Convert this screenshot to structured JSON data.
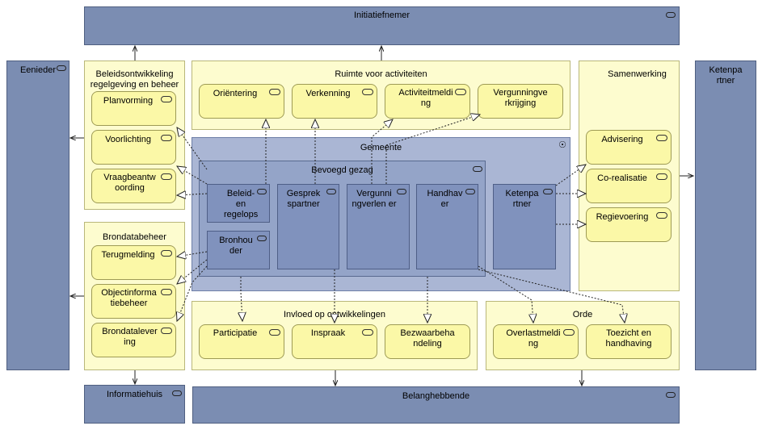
{
  "actors": {
    "initiatiefnemer": "Initiatiefnemer",
    "eenieder": "Eenieder",
    "ketenpartner": "Ketenpa rtner",
    "informatiehuis": "Informatiehuis",
    "belanghebbende": "Belanghebbende"
  },
  "groups": {
    "beleid": "Beleidsontwikkeling regelgeving en beheer",
    "ruimte": "Ruimte voor activiteiten",
    "samenwerking": "Samenwerking",
    "brondata": "Brondatabeheer",
    "invloed": "Invloed op ontwikkelingen",
    "orde": "Orde"
  },
  "services": {
    "planvorming": "Planvorming",
    "voorlichting": "Voorlichting",
    "vraagbeantwoording": "Vraagbeantw oording",
    "orientering": "Oriëntering",
    "verkenning": "Verkenning",
    "activiteitmelding": "Activiteitmeldi ng",
    "vergunningverkrijging": "Vergunningve rkrijging",
    "advisering": "Advisering",
    "corealisatie": "Co-realisatie",
    "regievoering": "Regievoering",
    "terugmelding": "Terugmelding",
    "objectinformatiebeheer": "Objectinforma tiebeheer",
    "brondatalevering": "Brondatalever ing",
    "participatie": "Participatie",
    "inspraak": "Inspraak",
    "bezwaarbehandeling": "Bezwaarbeha ndeling",
    "overlastmelding": "Overlastmeldi ng",
    "toezicht": "Toezicht en handhaving"
  },
  "gemeente": {
    "title": "Gemeente",
    "bevoegd_gezag": "Bevoegd gezag",
    "roles": {
      "beleid": "Beleid- en regelops",
      "gesprekspartner": "Gesprek spartner",
      "vergunningverlener": "Vergunni ngverlen er",
      "handhaver": "Handhav er",
      "bronhouder": "Bronhou der",
      "ketenpartner": "Ketenpa rtner"
    }
  },
  "colors": {
    "actor": "#7b8db2",
    "group": "#fdfccf",
    "service": "#fbf8a7",
    "gemeente": "#aab6d4",
    "role": "#8092bd"
  }
}
